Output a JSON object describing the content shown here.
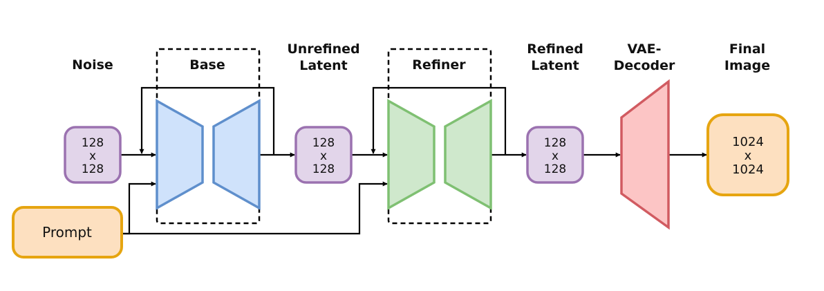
{
  "labels": {
    "noise": "Noise",
    "base": "Base",
    "unrefined_1": "Unrefined",
    "unrefined_2": "Latent",
    "refiner": "Refiner",
    "refined_1": "Refined",
    "refined_2": "Latent",
    "vae_1": "VAE-",
    "vae_2": "Decoder",
    "final_1": "Final",
    "final_2": "Image"
  },
  "noise_box": {
    "line1": "128",
    "line2": "x",
    "line3": "128"
  },
  "unrefined_box": {
    "line1": "128",
    "line2": "x",
    "line3": "128"
  },
  "refined_box": {
    "line1": "128",
    "line2": "x",
    "line3": "128"
  },
  "final_box": {
    "line1": "1024",
    "line2": "x",
    "line3": "1024"
  },
  "prompt_box": {
    "label": "Prompt"
  },
  "colors": {
    "latent_fill": "#e2d5ea",
    "latent_stroke": "#9b72b0",
    "base_fill": "#cfe2fb",
    "base_stroke": "#5f8fcc",
    "refiner_fill": "#cfe8cc",
    "refiner_stroke": "#7fc072",
    "vae_fill": "#fcc5c5",
    "vae_stroke": "#d15b61",
    "io_fill": "#fde0c0",
    "io_stroke": "#e6a511"
  }
}
